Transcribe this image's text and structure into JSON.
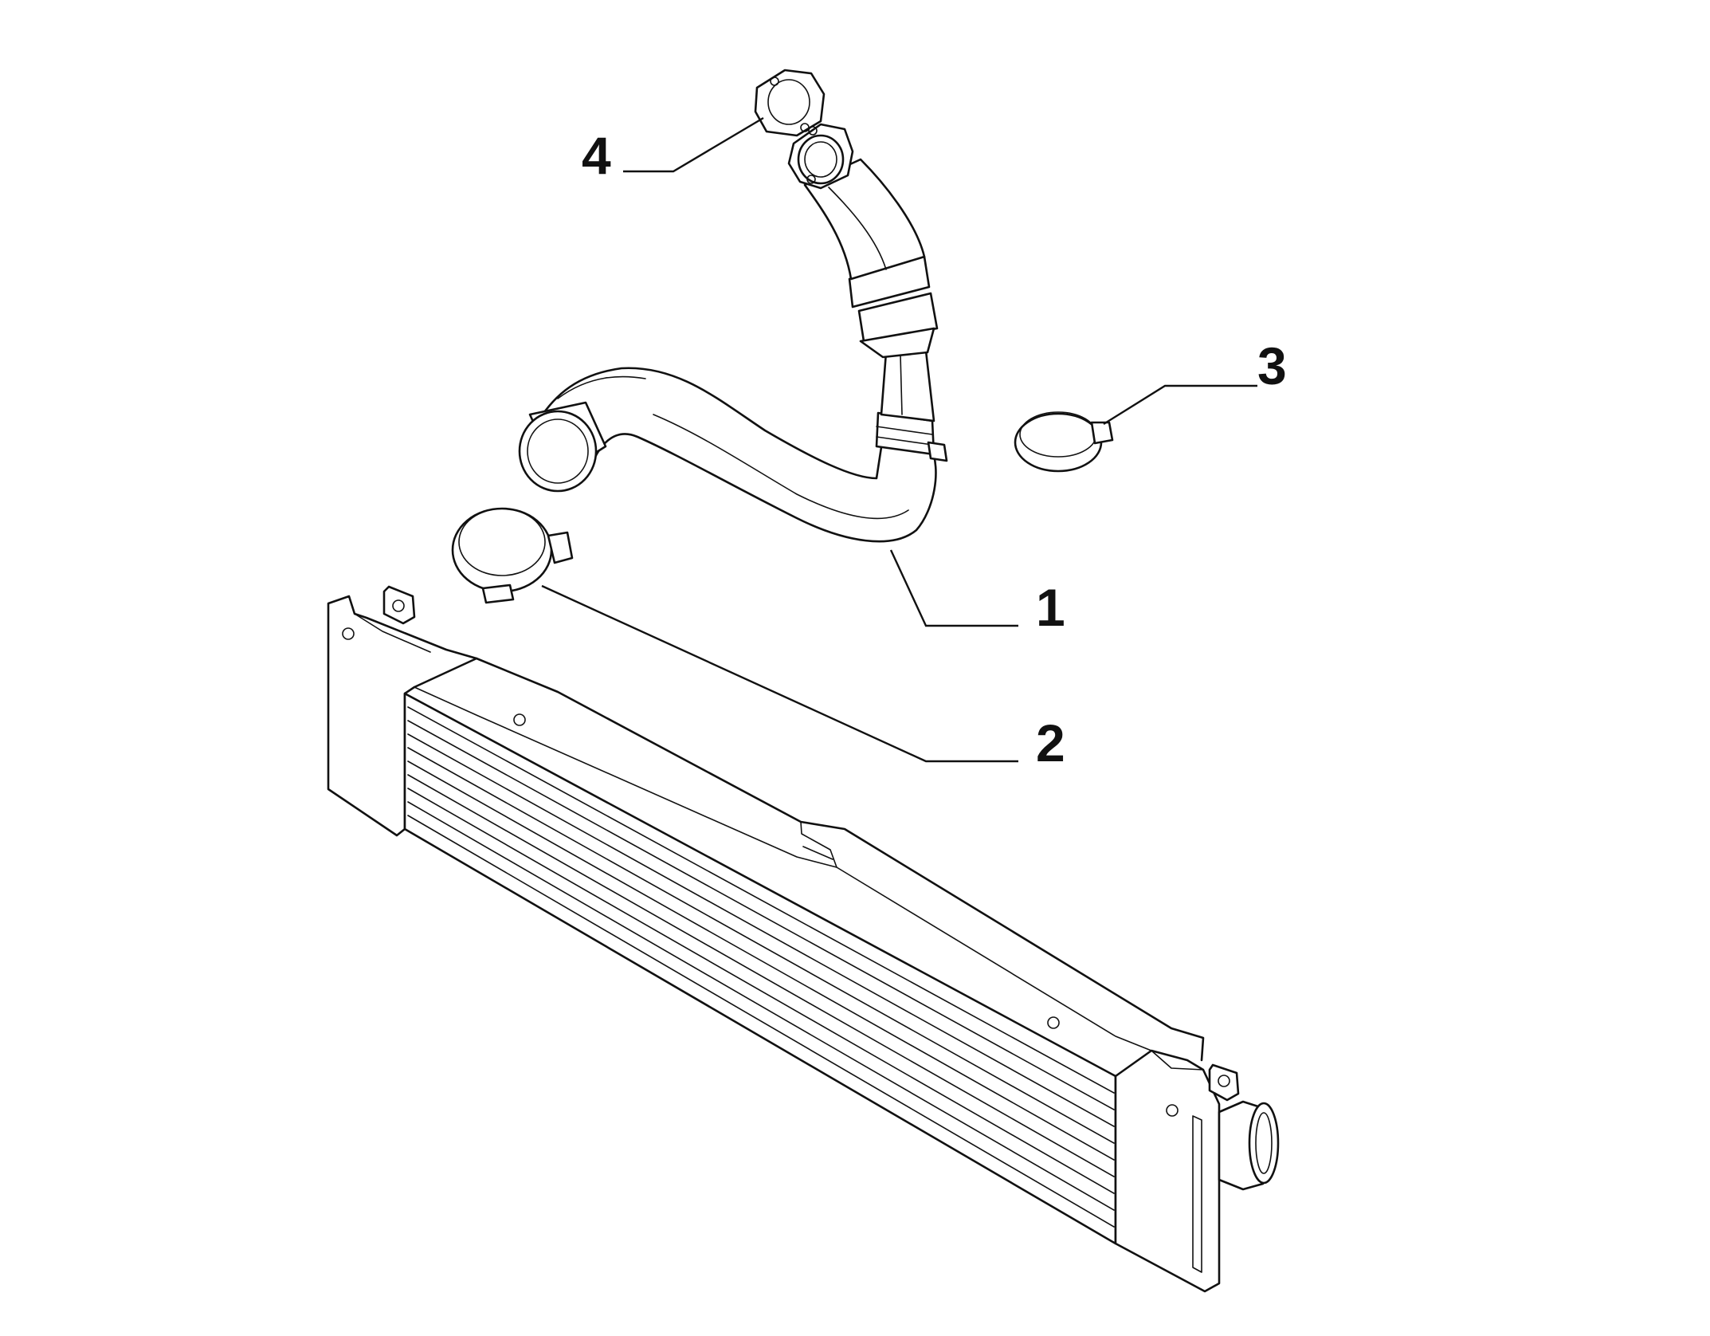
{
  "diagram": {
    "callouts": [
      {
        "id": "1",
        "label": "1",
        "part": "charge-air-hose"
      },
      {
        "id": "2",
        "label": "2",
        "part": "hose-clamp-large"
      },
      {
        "id": "3",
        "label": "3",
        "part": "hose-clamp-small"
      },
      {
        "id": "4",
        "label": "4",
        "part": "flange-gasket"
      }
    ],
    "colors": {
      "line": "#111111",
      "background": "#ffffff"
    }
  }
}
